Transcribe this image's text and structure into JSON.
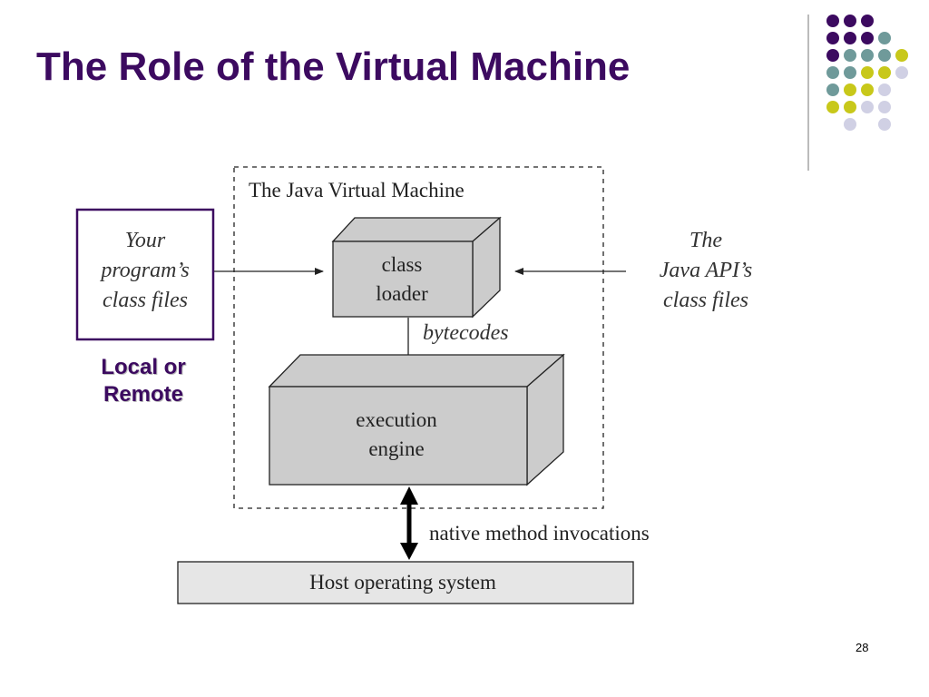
{
  "slide": {
    "title": "The Role of the Virtual Machine",
    "page_number": "28"
  },
  "diagram": {
    "jvm_label": "The Java Virtual Machine",
    "your_program": [
      "Your",
      "program’s",
      "class files"
    ],
    "java_api": [
      "The",
      "Java API’s",
      "class files"
    ],
    "class_loader": [
      "class",
      "loader"
    ],
    "bytecodes_label": "bytecodes",
    "execution_engine": [
      "execution",
      "engine"
    ],
    "native_label": "native method invocations",
    "host_os": "Host operating system",
    "local_label": [
      "Local or",
      "Remote"
    ]
  },
  "colors": {
    "title": "#3c0a60",
    "dot_purple": "#3c0a60",
    "dot_teal": "#6f9a9a",
    "dot_yellow": "#c8c81a",
    "dot_lavender": "#d0d0e4",
    "box_gray": "#cccccc",
    "host_box": "#e6e6e6"
  }
}
